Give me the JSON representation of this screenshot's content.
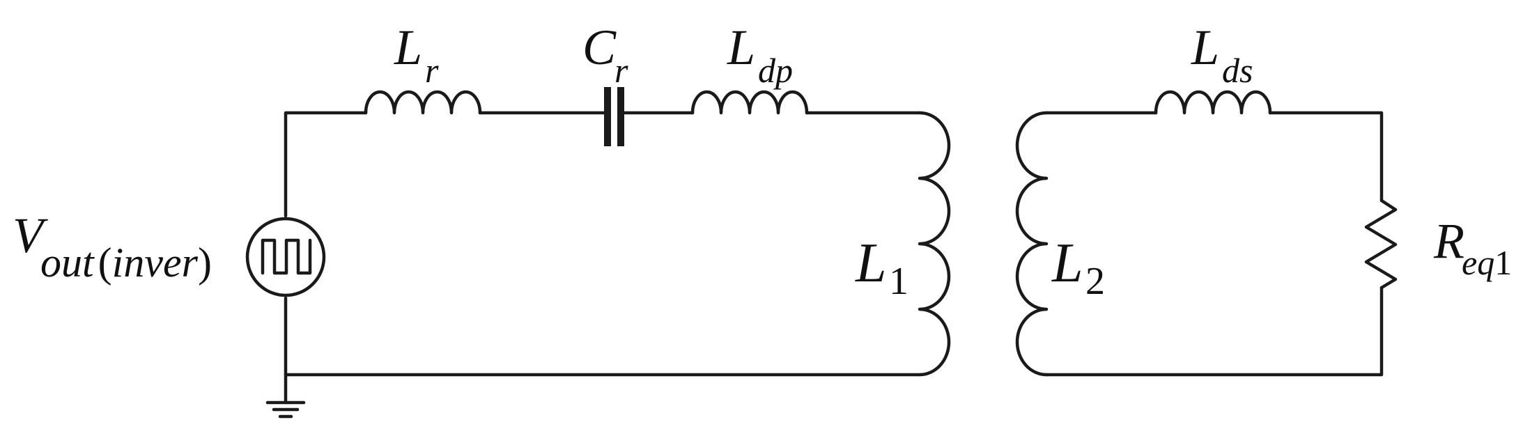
{
  "labels": {
    "source": {
      "main": "V",
      "sub_italic_1": "out",
      "sub_paren_open": "(",
      "sub_italic_2": "inver",
      "sub_paren_close": ")"
    },
    "Lr": {
      "main": "L",
      "sub": "r"
    },
    "Cr": {
      "main": "C",
      "sub": "r"
    },
    "Ldp": {
      "main": "L",
      "sub": "dp"
    },
    "L1": {
      "main": "L",
      "sub": "1"
    },
    "L2": {
      "main": "L",
      "sub": "2"
    },
    "Lds": {
      "main": "L",
      "sub": "ds"
    },
    "Req1": {
      "main": "R",
      "sub_italic": "eq",
      "sub_upright": "1"
    }
  },
  "colors": {
    "line": "#1a1a1a",
    "text": "#111111",
    "background": "#ffffff"
  },
  "icons": [
    "square-wave-source-icon",
    "ground-icon",
    "inductor-icon",
    "capacitor-icon",
    "resistor-icon",
    "transformer-winding-icon"
  ]
}
